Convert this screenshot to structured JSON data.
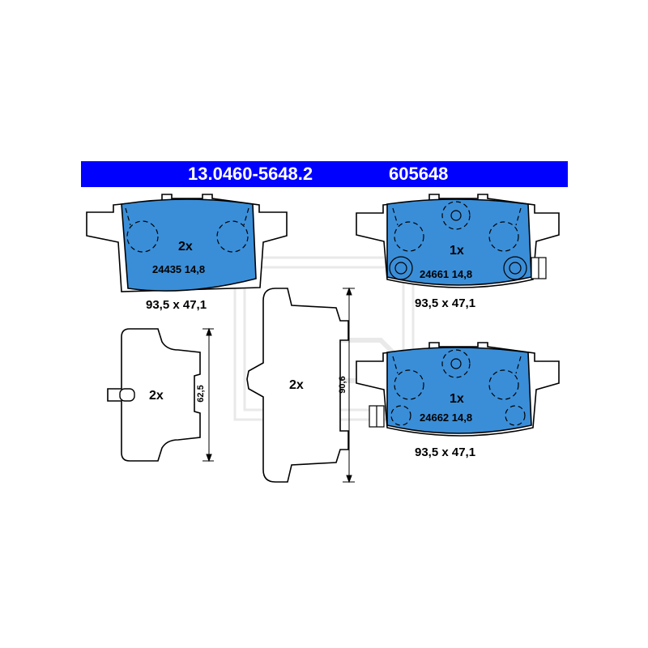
{
  "header": {
    "article_number": "13.0460-5648.2",
    "reference_number": "605648",
    "background_color": "#0000ff",
    "text_color": "#ffffff"
  },
  "pad_color": "#3a8ed8",
  "pads": [
    {
      "quantity": "2x",
      "code": "24435 14,8",
      "dimensions": "93,5 x 47,1"
    },
    {
      "quantity": "1x",
      "code": "24661 14,8",
      "dimensions": "93,5 x 47,1"
    },
    {
      "quantity": "1x",
      "code": "24662 14,8",
      "dimensions": "93,5 x 47,1"
    }
  ],
  "clips": [
    {
      "quantity": "2x",
      "height": "62,5"
    },
    {
      "quantity": "2x",
      "height": "90,6"
    }
  ]
}
